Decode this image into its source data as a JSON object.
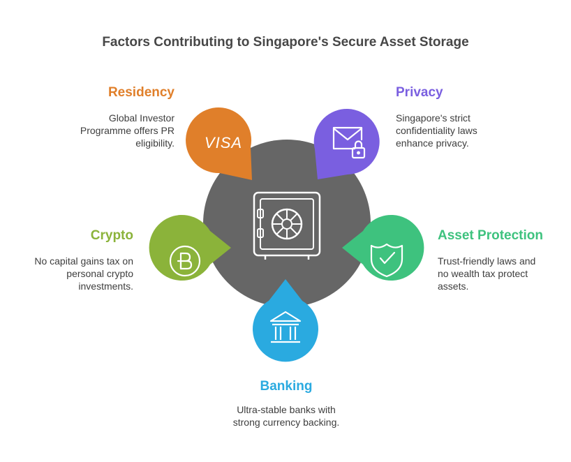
{
  "title": "Factors Contributing to Singapore's Secure Asset Storage",
  "colors": {
    "center": "#666666",
    "residency": "#e07f2a",
    "privacy": "#7a5fe0",
    "crypto": "#8bb33a",
    "asset_protection": "#3ec27e",
    "banking": "#2aaae0"
  },
  "center": {
    "icon": "safe-icon"
  },
  "residency": {
    "heading": "Residency",
    "lines": [
      "Global Investor",
      "Programme offers PR",
      "eligibility."
    ],
    "icon_text": "VISA"
  },
  "privacy": {
    "heading": "Privacy",
    "lines": [
      "Singapore's strict",
      "confidentiality laws",
      "enhance privacy."
    ],
    "icon": "envelope-lock-icon"
  },
  "crypto": {
    "heading": "Crypto",
    "lines": [
      "No capital gains tax on",
      "personal crypto",
      "investments."
    ],
    "icon": "crypto-coin-icon"
  },
  "asset_protection": {
    "heading": "Asset Protection",
    "lines": [
      "Trust-friendly laws and",
      "no wealth tax protect",
      "assets."
    ],
    "icon": "shield-check-icon"
  },
  "banking": {
    "heading": "Banking",
    "lines": [
      "Ultra-stable banks with",
      "strong currency backing."
    ],
    "icon": "bank-icon"
  }
}
